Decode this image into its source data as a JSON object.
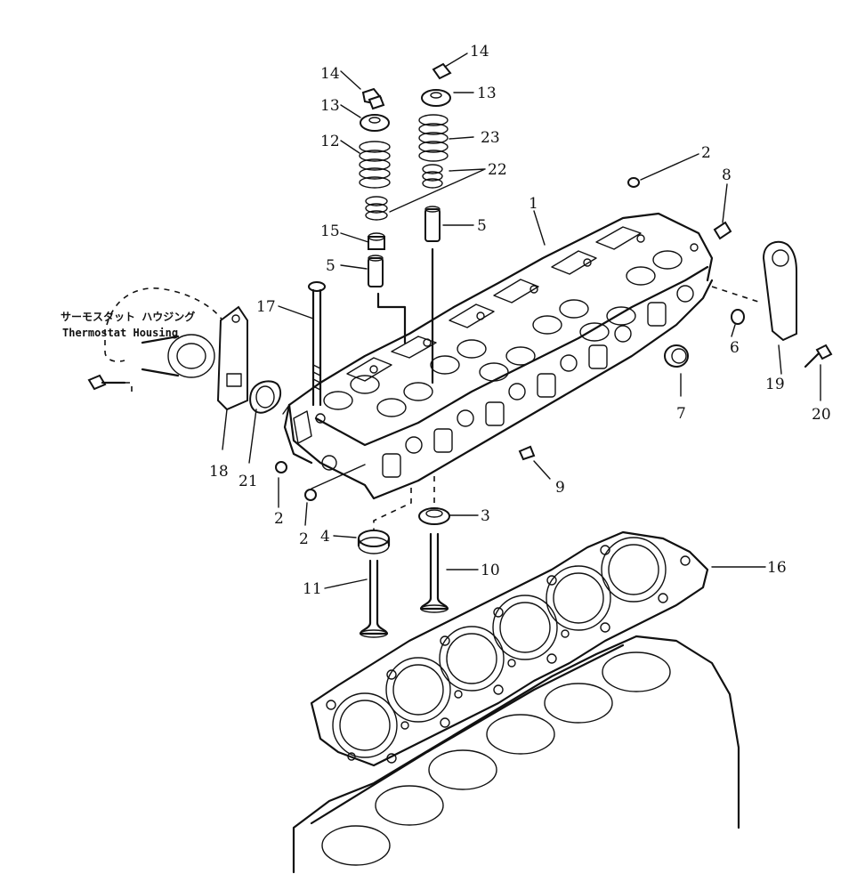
{
  "thermostat_housing": {
    "label_jp": "サーモスタット ハウジング",
    "label_en": "Thermostat Housing"
  },
  "callouts": {
    "c1": "1",
    "c2a": "2",
    "c2b": "2",
    "c2c": "2",
    "c3": "3",
    "c4": "4",
    "c5a": "5",
    "c5b": "5",
    "c6": "6",
    "c7": "7",
    "c8": "8",
    "c9": "9",
    "c10": "10",
    "c11": "11",
    "c12": "12",
    "c13a": "13",
    "c13b": "13",
    "c14a": "14",
    "c14b": "14",
    "c15": "15",
    "c16": "16",
    "c17": "17",
    "c18": "18",
    "c19": "19",
    "c20": "20",
    "c21": "21",
    "c22": "22",
    "c23": "23"
  }
}
